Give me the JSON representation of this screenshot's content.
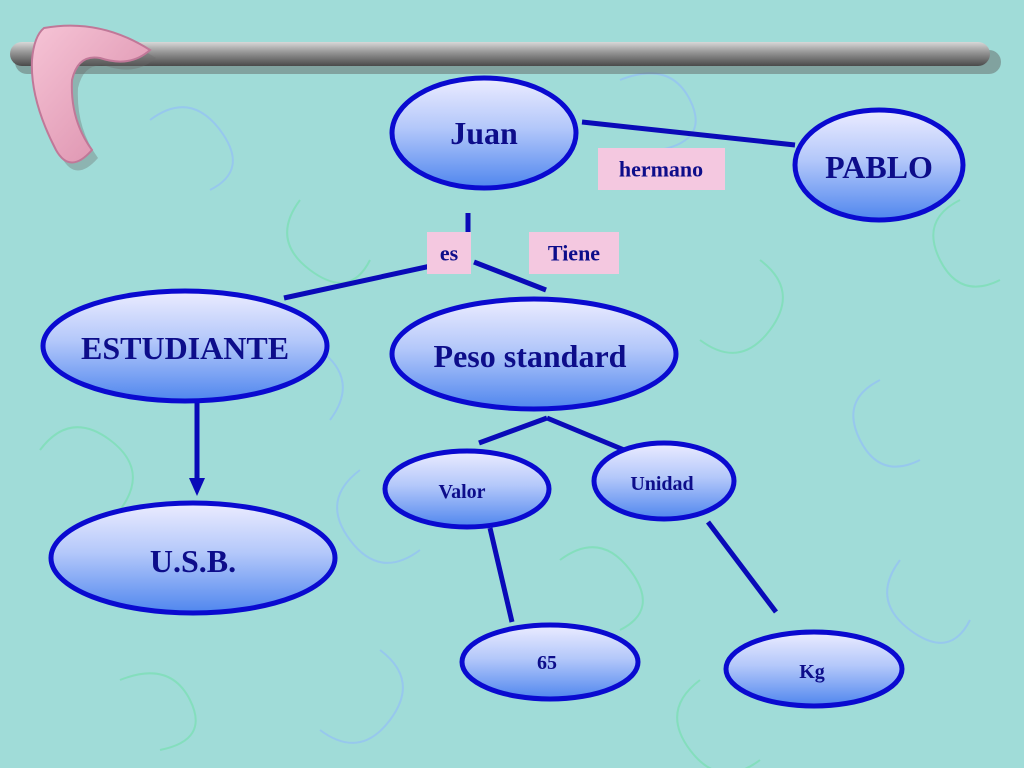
{
  "colors": {
    "background": "#a0dcd8",
    "node_fill_top": "#e6e6ff",
    "node_fill_bottom": "#5a8ff0",
    "node_stroke": "#0a0ad0",
    "edge": "#0a0ab8",
    "label_bg": "#f4c8e0",
    "text": "#0d0d8a",
    "rail": "#7a7a7a",
    "boomerang": "#e8a4c0"
  },
  "decor": {
    "top_rail": "metal-bar",
    "corner_icon": "boomerang-icon"
  },
  "nodes": {
    "juan": "Juan",
    "pablo": "PABLO",
    "estudiante": "ESTUDIANTE",
    "peso_standard": "Peso standard",
    "usb": "U.S.B.",
    "valor": "Valor",
    "unidad": "Unidad",
    "sixty_five": "65",
    "kg": "Kg"
  },
  "relations": {
    "hermano": "hermano",
    "es": "es",
    "tiene": "Tiene"
  }
}
